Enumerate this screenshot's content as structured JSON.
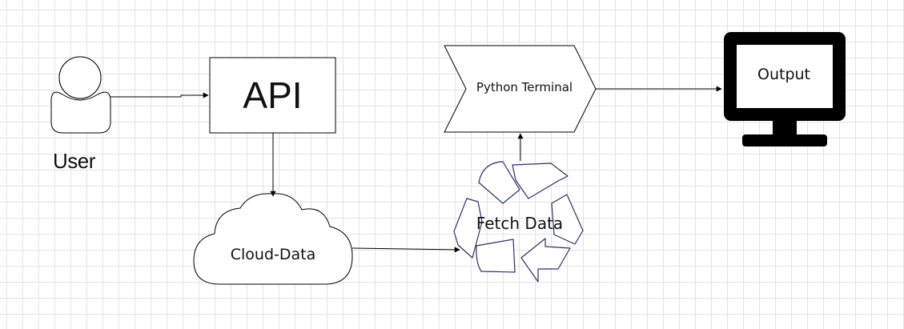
{
  "nodes": {
    "user": {
      "label": "User"
    },
    "api": {
      "label": "API"
    },
    "python_terminal": {
      "label": "Python Terminal"
    },
    "output": {
      "label": "Output"
    },
    "cloud_data": {
      "label": "Cloud-Data"
    },
    "fetch_data": {
      "label": "Fetch Data"
    }
  },
  "edges": [
    {
      "from": "User",
      "to": "API"
    },
    {
      "from": "API",
      "to": "Cloud-Data"
    },
    {
      "from": "Cloud-Data",
      "to": "Fetch Data"
    },
    {
      "from": "Fetch Data",
      "to": "Python Terminal"
    },
    {
      "from": "Python Terminal",
      "to": "Output"
    }
  ],
  "colors": {
    "stroke": "#000000",
    "recycle_stroke": "#2b2f6e",
    "grid": "#e3e3e3",
    "background": "#ffffff"
  },
  "icons": {
    "user": "user-icon",
    "output": "monitor-icon",
    "fetch": "recycle-icon"
  }
}
